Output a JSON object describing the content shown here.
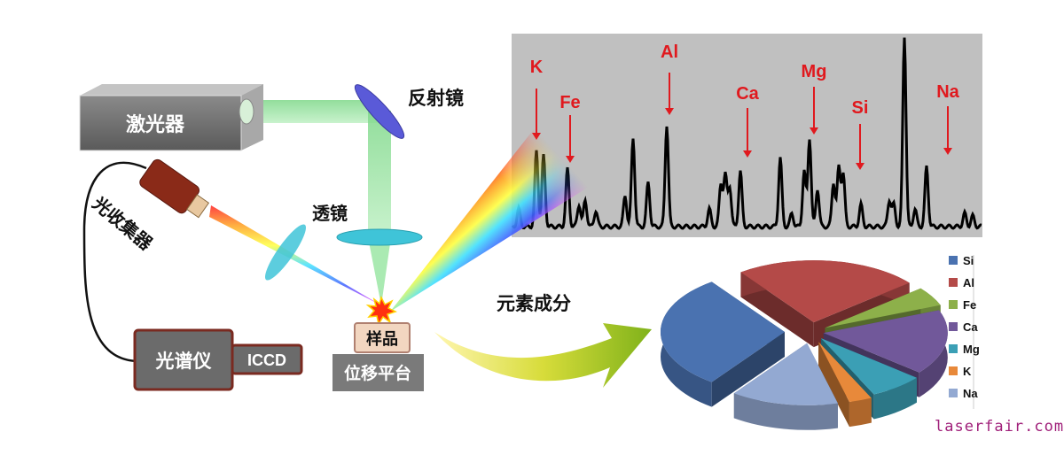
{
  "labels": {
    "laser": "激光器",
    "mirror": "反射镜",
    "lens": "透镜",
    "collector": "光收集器",
    "spectrometer": "光谱仪",
    "iccd": "ICCD",
    "sample": "样品",
    "stage": "位移平台",
    "composition": "元素成分"
  },
  "spectrum": {
    "peak_labels": [
      "K",
      "Fe",
      "Al",
      "Ca",
      "Mg",
      "Si",
      "Na"
    ],
    "label_color": "#e0191e",
    "background": "#c0c0c0"
  },
  "chart_data": {
    "type": "pie",
    "categories": [
      "Si",
      "Al",
      "Fe",
      "Ca",
      "Mg",
      "K",
      "Na"
    ],
    "values": [
      30,
      24,
      5,
      17,
      7,
      3,
      14
    ],
    "colors": [
      "#4a72b0",
      "#b44a48",
      "#8db04a",
      "#71589a",
      "#3b9fb5",
      "#e8893a",
      "#93a9d2"
    ],
    "legend_position": "right"
  },
  "watermark": "laserfair.com"
}
